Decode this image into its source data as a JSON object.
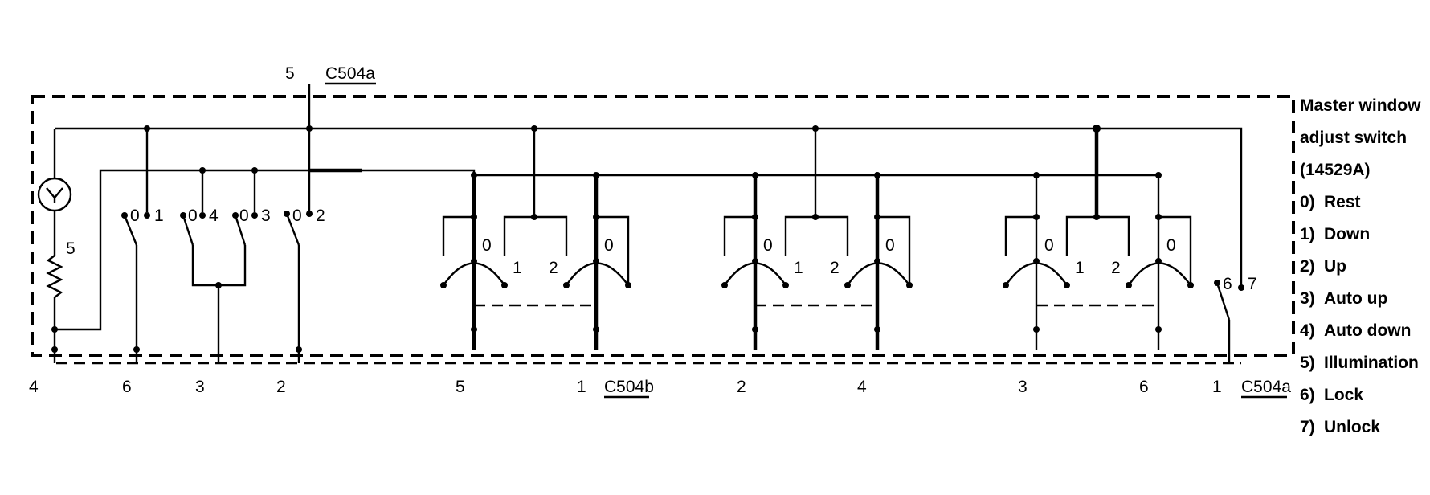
{
  "top": {
    "pin_label": "5",
    "connector_label": "C504a"
  },
  "switch_title": [
    "Master window",
    "adjust switch",
    "(14529A)"
  ],
  "legend": [
    {
      "key": "0)",
      "label": "Rest"
    },
    {
      "key": "1)",
      "label": "Down"
    },
    {
      "key": "2)",
      "label": "Up"
    },
    {
      "key": "3)",
      "label": "Auto up"
    },
    {
      "key": "4)",
      "label": "Auto down"
    },
    {
      "key": "5)",
      "label": "Illumination"
    },
    {
      "key": "6)",
      "label": "Lock"
    },
    {
      "key": "7)",
      "label": "Unlock"
    }
  ],
  "bottom_pins": {
    "p1": "4",
    "p2": "6",
    "p3": "3",
    "p4": "2",
    "p5": "5",
    "p6": "1",
    "p7": "2",
    "p8": "4",
    "p9": "3",
    "p10": "6",
    "p11": "1"
  },
  "bottom_connectors": {
    "left": "C504b",
    "right": "C504a"
  },
  "left_switch_labels": {
    "s1_rest": "0",
    "s1_pos": "1",
    "s2_rest": "0",
    "s2_pos": "4",
    "s3_rest": "0",
    "s3_pos": "3",
    "s4_rest": "0",
    "s4_pos": "2"
  },
  "window_switches": [
    {
      "rest_a": "0",
      "pos_1": "1",
      "pos_2": "2",
      "rest_b": "0"
    },
    {
      "rest_a": "0",
      "pos_1": "1",
      "pos_2": "2",
      "rest_b": "0"
    },
    {
      "rest_a": "0",
      "pos_1": "1",
      "pos_2": "2",
      "rest_b": "0"
    }
  ],
  "lock_switch": {
    "pos_6": "6",
    "pos_7": "7"
  },
  "lamp_pin": "5"
}
